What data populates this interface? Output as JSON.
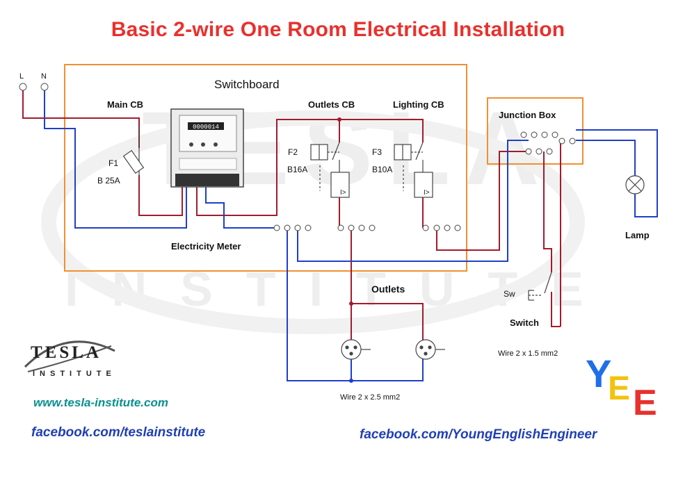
{
  "title": "Basic 2-wire One Room Electrical Installation",
  "terminals": {
    "l": "L",
    "n": "N"
  },
  "labels": {
    "switchboard": "Switchboard",
    "main_cb": "Main CB",
    "outlets_cb": "Outlets CB",
    "lighting_cb": "Lighting CB",
    "junction_box": "Junction Box",
    "f1": "F1",
    "f1_rating": "B 25A",
    "f2": "F2",
    "f2_rating": "B16A",
    "f3": "F3",
    "f3_rating": "B10A",
    "electricity_meter": "Electricity Meter",
    "lamp": "Lamp",
    "outlets": "Outlets",
    "sw": "Sw",
    "switch": "Switch",
    "wire_lighting": "Wire 2 x 1.5 mm2",
    "wire_outlets": "Wire 2 x 2.5 mm2"
  },
  "meter_reading": "0000014",
  "logo": {
    "word": "TESLA",
    "sub": "INSTITUTE"
  },
  "watermark": {
    "word": "TESLA",
    "sub": "INSTITUTE"
  },
  "links": {
    "website": "www.tesla-institute.com",
    "facebook_tesla": "facebook.com/teslainstitute",
    "facebook_yee": "facebook.com/YoungEnglishEngineer"
  },
  "yee_letters": [
    "Y",
    "E",
    "E"
  ],
  "colors": {
    "title": "#e8312d",
    "live_wire": "#a01c2c",
    "neutral_wire": "#1f3fc8",
    "box_border": "#f09030",
    "website": "#0a8f8f",
    "facebook": "#1f3fb5",
    "yee_y": "#1e6fe8",
    "yee_e1": "#f4c20d",
    "yee_e2": "#e8312d"
  }
}
